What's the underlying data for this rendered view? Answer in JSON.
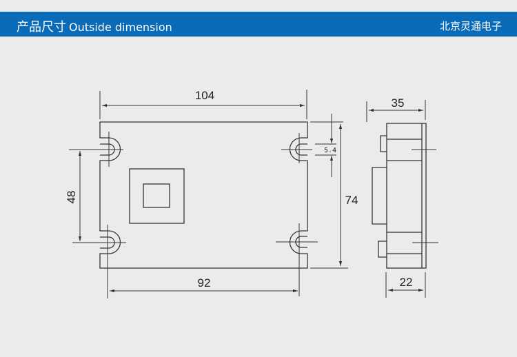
{
  "header": {
    "title_cn": "产品尺寸",
    "title_en": "Outside dimension",
    "brand": "北京灵通电子",
    "background_color": "#0a6bb8"
  },
  "drawing": {
    "front_view": {
      "width_label": "104",
      "hole_spacing_x_label": "92",
      "hole_spacing_y_label": "48",
      "height_label": "74",
      "slot_label": "5.4"
    },
    "side_view": {
      "depth_label": "35",
      "body_depth_label": "22"
    }
  }
}
